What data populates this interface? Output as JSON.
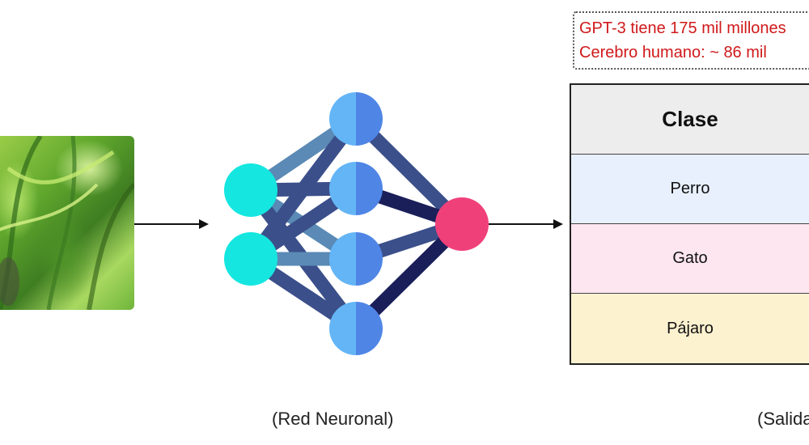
{
  "note": {
    "line1": "GPT-3 tiene 175 mil millones",
    "line2": "Cerebro humano: ~ 86 mil"
  },
  "table": {
    "header": "Clase",
    "rows": [
      {
        "label": "Perro",
        "color": "#e8f0fd"
      },
      {
        "label": "Gato",
        "color": "#fde6ef"
      },
      {
        "label": "Pájaro",
        "color": "#fdf2d0"
      }
    ]
  },
  "captions": {
    "network": "(Red Neuronal)",
    "output": "(Salida)"
  },
  "colors": {
    "input_node": "#15e6e0",
    "hidden_node_light": "#64b5f6",
    "hidden_node_dark": "#4f86e6",
    "output_node": "#f0407a",
    "edge_light": "#5a8ab5",
    "edge_mid": "#3b4f8a",
    "edge_dark": "#1a1f5a"
  }
}
